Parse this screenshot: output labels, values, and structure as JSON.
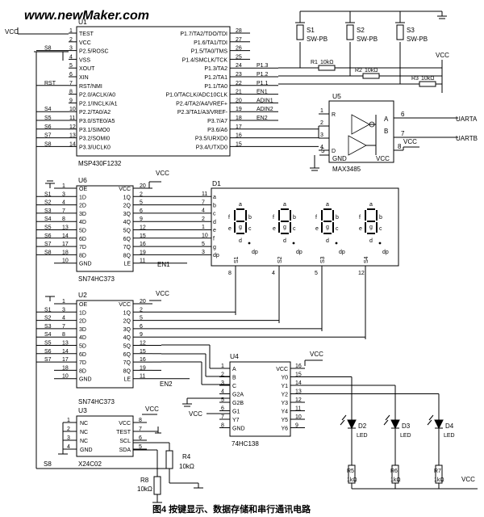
{
  "watermark": "www.newMaker.com",
  "caption": "图4   按键显示、数据存储和串行通讯电路",
  "power": {
    "vcc": "VCC"
  },
  "u1": {
    "ref": "U1",
    "part": "MSP430F1232",
    "left_pins": [
      {
        "num": "1",
        "name": "TEST"
      },
      {
        "num": "2",
        "name": "VCC"
      },
      {
        "num": "3",
        "name": "P2.5/ROSC"
      },
      {
        "num": "4",
        "name": "VSS"
      },
      {
        "num": "5",
        "name": "XOUT"
      },
      {
        "num": "6",
        "name": "XIN"
      },
      {
        "num": "7",
        "name": "RST/NMI"
      },
      {
        "num": "8",
        "name": "P2.0/ACLK/A0"
      },
      {
        "num": "9",
        "name": "P2.1/INCLK/A1"
      },
      {
        "num": "10",
        "name": "P2.2/TA0/A2"
      },
      {
        "num": "11",
        "name": "P3.0/STE0/A5"
      },
      {
        "num": "12",
        "name": "P3.1/SIMO0"
      },
      {
        "num": "13",
        "name": "P3.2/SOMI0"
      },
      {
        "num": "14",
        "name": "P3.3/UCLK0"
      }
    ],
    "right_pins": [
      {
        "num": "28",
        "name": "P1.7/TA2/TDO/TDI"
      },
      {
        "num": "27",
        "name": "P1.6/TA1/TDI"
      },
      {
        "num": "26",
        "name": "P1.5/TA0/TMS"
      },
      {
        "num": "25",
        "name": "P1.4/SMCLK/TCK"
      },
      {
        "num": "24",
        "name": "P1.3/TA2"
      },
      {
        "num": "23",
        "name": "P1.2/TA1"
      },
      {
        "num": "22",
        "name": "P1.1/TA0"
      },
      {
        "num": "21",
        "name": "P1.0/TACLK/ADC10CLK"
      },
      {
        "num": "20",
        "name": "P2.4/TA2/A4/VREF+"
      },
      {
        "num": "19",
        "name": "P2.3/TA1/A3/VREF-"
      },
      {
        "num": "18",
        "name": "P3.7/A7"
      },
      {
        "num": "17",
        "name": "P3.6/A6"
      },
      {
        "num": "16",
        "name": "P3.5/URXD0"
      },
      {
        "num": "15",
        "name": "P3.4/UTXD0"
      }
    ],
    "left_nets": [
      "S8",
      "RST",
      "S4",
      "S5",
      "S6",
      "S7",
      "S8"
    ],
    "right_nets": [
      "P1.3",
      "P1.2",
      "P1.1",
      "EN1",
      "ADIN1",
      "ADIN2",
      "EN2"
    ]
  },
  "switches": [
    {
      "ref": "S1",
      "part": "SW-PB"
    },
    {
      "ref": "S2",
      "part": "SW-PB"
    },
    {
      "ref": "S3",
      "part": "SW-PB"
    }
  ],
  "resistors_top": [
    {
      "ref": "R1",
      "value": "10kΩ"
    },
    {
      "ref": "R2",
      "value": "10kΩ"
    },
    {
      "ref": "R3",
      "value": "10kΩ"
    }
  ],
  "u5": {
    "ref": "U5",
    "part": "MAX3485",
    "left_pins": [
      {
        "num": "1",
        "name": "R"
      },
      {
        "num": "2",
        "name": ""
      },
      {
        "num": "3",
        "name": ""
      },
      {
        "num": "4",
        "name": "D"
      }
    ],
    "bottom_left": "GND",
    "bottom_right": "VCC",
    "right_pins": [
      {
        "num": "6",
        "name": "A"
      },
      {
        "num": "7",
        "name": "B"
      },
      {
        "num": "8",
        "name": ""
      }
    ],
    "out_a": "UARTA",
    "out_b": "UARTB",
    "gnd_pin": "5"
  },
  "u6": {
    "ref": "U6",
    "part": "SN74HC373",
    "left_pins": [
      {
        "num": "1",
        "name": "OE"
      },
      {
        "num": "3",
        "name": "1D"
      },
      {
        "num": "4",
        "name": "2D"
      },
      {
        "num": "7",
        "name": "3D"
      },
      {
        "num": "8",
        "name": "4D"
      },
      {
        "num": "13",
        "name": "5D"
      },
      {
        "num": "14",
        "name": "6D"
      },
      {
        "num": "17",
        "name": "7D"
      },
      {
        "num": "18",
        "name": "8D"
      },
      {
        "num": "10",
        "name": "GND"
      }
    ],
    "right_pins": [
      {
        "num": "20",
        "name": "VCC"
      },
      {
        "num": "2",
        "name": "1Q"
      },
      {
        "num": "5",
        "name": "2Q"
      },
      {
        "num": "6",
        "name": "3Q"
      },
      {
        "num": "9",
        "name": "4Q"
      },
      {
        "num": "12",
        "name": "5Q"
      },
      {
        "num": "15",
        "name": "6Q"
      },
      {
        "num": "16",
        "name": "7Q"
      },
      {
        "num": "19",
        "name": "8Q"
      },
      {
        "num": "11",
        "name": "LE"
      }
    ],
    "nets": [
      "S1",
      "S2",
      "S3",
      "S4",
      "S5",
      "S6",
      "S7",
      "S8"
    ],
    "le_net": "EN1"
  },
  "d1": {
    "ref": "D1",
    "seg_pins": [
      {
        "num": "11",
        "name": "a"
      },
      {
        "num": "7",
        "name": "b"
      },
      {
        "num": "4",
        "name": "c"
      },
      {
        "num": "2",
        "name": "d"
      },
      {
        "num": "1",
        "name": "e"
      },
      {
        "num": "10",
        "name": "f"
      },
      {
        "num": "5",
        "name": "g"
      },
      {
        "num": "3",
        "name": "dp"
      }
    ],
    "digit_labels": {
      "a": "a",
      "b": "b",
      "c": "c",
      "d": "d",
      "e": "e",
      "f": "f",
      "g": "g",
      "dp": "dp"
    },
    "commons": [
      {
        "name": "S1",
        "num": "8"
      },
      {
        "name": "S2",
        "num": "4"
      },
      {
        "name": "S3",
        "num": "5"
      },
      {
        "name": "S4",
        "num": "12"
      }
    ]
  },
  "u2": {
    "ref": "U2",
    "part": "SN74HC373",
    "left_pins": [
      {
        "num": "1",
        "name": "OE"
      },
      {
        "num": "3",
        "name": "1D"
      },
      {
        "num": "4",
        "name": "2D"
      },
      {
        "num": "7",
        "name": "3D"
      },
      {
        "num": "8",
        "name": "4D"
      },
      {
        "num": "13",
        "name": "5D"
      },
      {
        "num": "14",
        "name": "6D"
      },
      {
        "num": "17",
        "name": "7D"
      },
      {
        "num": "18",
        "name": "8D"
      },
      {
        "num": "10",
        "name": "GND"
      }
    ],
    "right_pins": [
      {
        "num": "20",
        "name": "VCC"
      },
      {
        "num": "2",
        "name": "1Q"
      },
      {
        "num": "5",
        "name": "2Q"
      },
      {
        "num": "6",
        "name": "3Q"
      },
      {
        "num": "9",
        "name": "4Q"
      },
      {
        "num": "12",
        "name": "5Q"
      },
      {
        "num": "15",
        "name": "6Q"
      },
      {
        "num": "16",
        "name": "7Q"
      },
      {
        "num": "19",
        "name": "8Q"
      },
      {
        "num": "11",
        "name": "LE"
      }
    ],
    "nets": [
      "S1",
      "S2",
      "S3",
      "S4",
      "S5",
      "S6",
      "S7"
    ],
    "le_net": "EN2"
  },
  "u4": {
    "ref": "U4",
    "part": "74HC138",
    "left_pins": [
      {
        "num": "1",
        "name": "A"
      },
      {
        "num": "2",
        "name": "B"
      },
      {
        "num": "3",
        "name": "C"
      },
      {
        "num": "4",
        "name": "G2A"
      },
      {
        "num": "5",
        "name": "G2B"
      },
      {
        "num": "6",
        "name": "G1"
      },
      {
        "num": "7",
        "name": "Y7"
      },
      {
        "num": "8",
        "name": "GND"
      }
    ],
    "right_pins": [
      {
        "num": "16",
        "name": "VCC"
      },
      {
        "num": "15",
        "name": "Y0"
      },
      {
        "num": "14",
        "name": "Y1"
      },
      {
        "num": "13",
        "name": "Y2"
      },
      {
        "num": "12",
        "name": "Y3"
      },
      {
        "num": "11",
        "name": "Y4"
      },
      {
        "num": "10",
        "name": "Y5"
      },
      {
        "num": "9",
        "name": "Y6"
      }
    ]
  },
  "leds": [
    {
      "ref": "D2",
      "part": "LED"
    },
    {
      "ref": "D3",
      "part": "LED"
    },
    {
      "ref": "D4",
      "part": "LED"
    }
  ],
  "resistors_bottom": [
    {
      "ref": "R5",
      "value": "1kΩ"
    },
    {
      "ref": "R6",
      "value": "1kΩ"
    },
    {
      "ref": "R7",
      "value": "1kΩ"
    }
  ],
  "u3": {
    "ref": "U3",
    "part": "X24C02",
    "left_pins": [
      {
        "num": "1",
        "name": "NC"
      },
      {
        "num": "2",
        "name": "NC"
      },
      {
        "num": "3",
        "name": "NC"
      },
      {
        "num": "4",
        "name": "GND"
      }
    ],
    "right_pins": [
      {
        "num": "8",
        "name": "VCC"
      },
      {
        "num": "7",
        "name": "TEST"
      },
      {
        "num": "6",
        "name": "SCL"
      },
      {
        "num": "5",
        "name": "SDA"
      }
    ]
  },
  "r4": {
    "ref": "R4",
    "value": "10kΩ"
  },
  "r8": {
    "ref": "R8",
    "value": "10kΩ"
  },
  "net_s8_bottom": "S8"
}
